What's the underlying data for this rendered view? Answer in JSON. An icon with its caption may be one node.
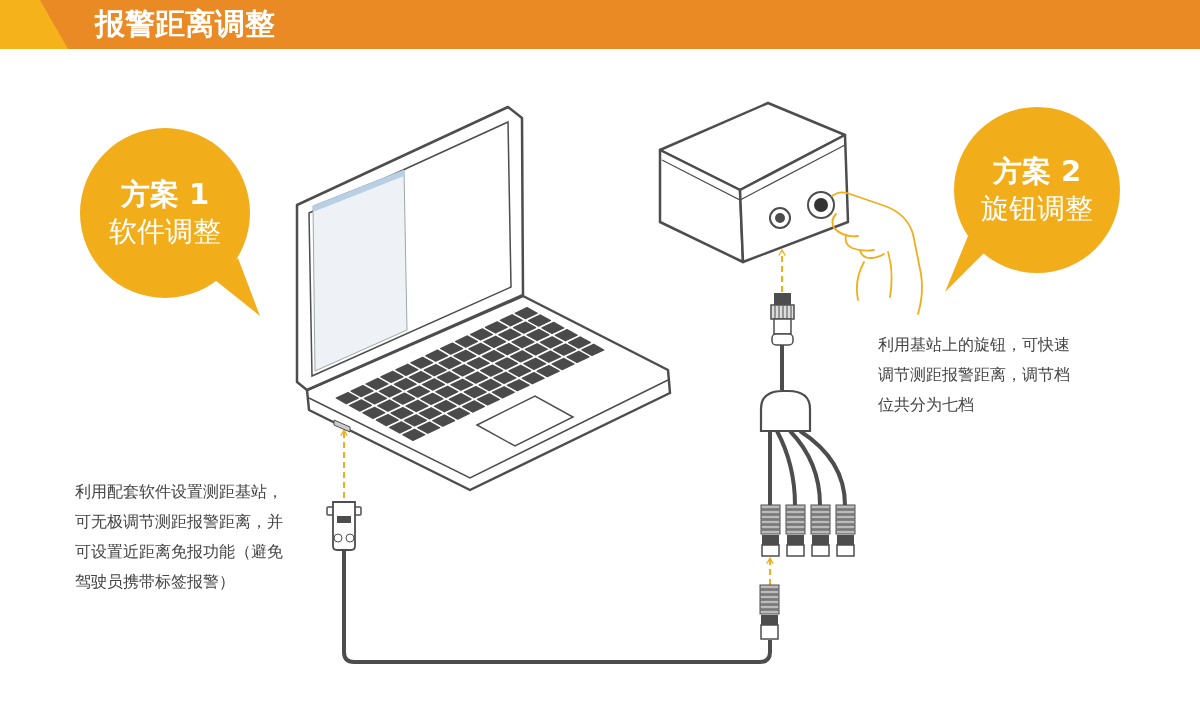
{
  "diagram": {
    "title": "报警距离调整",
    "nodes": [
      {
        "text": [
          "方案 1",
          "软件调整"
        ]
      },
      {
        "text": [
          "方案 2",
          "旋钮调整"
        ]
      },
      {
        "text": [],
        "shape": "picture"
      },
      {
        "text": [],
        "shape": "picture"
      },
      {
        "text": [],
        "shape": "picture"
      },
      {
        "text": [],
        "shape": "picture"
      },
      {
        "text": [],
        "shape": "picture"
      },
      {
        "text": [],
        "shape": "picture"
      },
      {
        "text": [],
        "shape": "picture"
      },
      {
        "text": [],
        "shape": "picture"
      },
      {
        "text": [],
        "shape": "picture"
      },
      {
        "text": [],
        "shape": "picture"
      }
    ],
    "edges": [
      {
        "from": 4,
        "to": 2,
        "arrow": "to",
        "style": "dashed",
        "color": "#f2ad1b"
      },
      {
        "from": 5,
        "to": 3,
        "arrow": "to",
        "style": "dashed",
        "color": "#f2ad1b"
      },
      {
        "from": 5,
        "to": 6,
        "arrow": "none"
      },
      {
        "from": 6,
        "to": 7,
        "arrow": "none"
      },
      {
        "from": 6,
        "to": 8,
        "arrow": "none"
      },
      {
        "from": 6,
        "to": 9,
        "arrow": "none"
      },
      {
        "from": 6,
        "to": 10,
        "arrow": "none"
      },
      {
        "from": 11,
        "to": 7,
        "arrow": "to",
        "style": "dashed",
        "color": "#f2ad1b"
      },
      {
        "from": 4,
        "to": 11,
        "arrow": "none"
      }
    ],
    "labels": [
      "利用配套软件设置测距基站，可无极调节测距报警距离，并可设置近距离免报功能（避免驾驶员携带标签报警）",
      "利用基站上的旋钮，可快速调节测距报警距离，调节档位共分为七档"
    ]
  }
}
